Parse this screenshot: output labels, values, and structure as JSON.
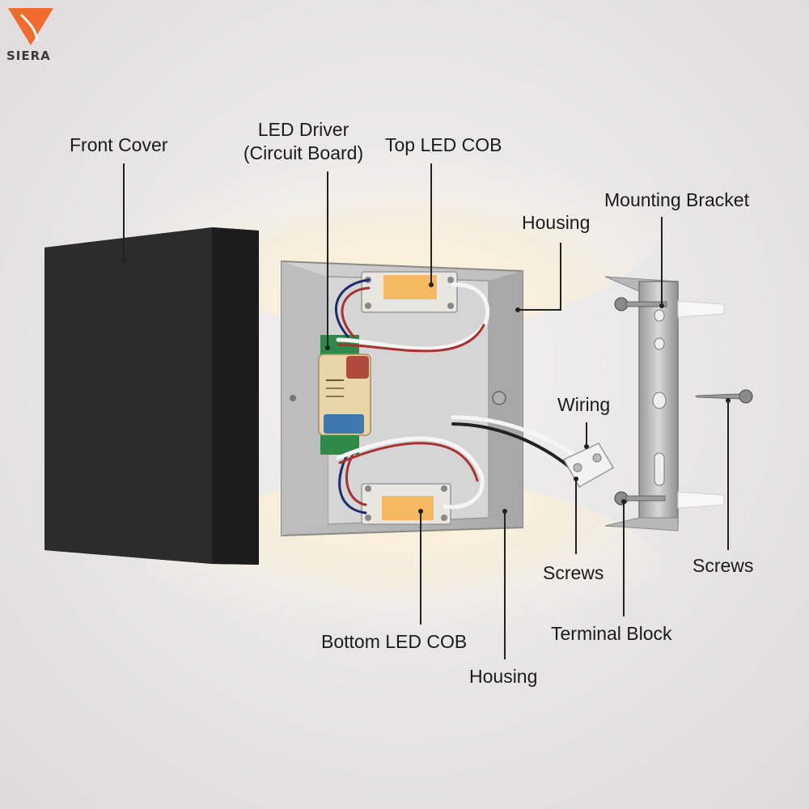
{
  "brand": {
    "name": "SIERA",
    "accent": "#f26a2e"
  },
  "labels": {
    "front_cover": "Front Cover",
    "led_driver_line1": "LED Driver",
    "led_driver_line2": "(Circuit Board)",
    "top_led_cob": "Top LED COB",
    "housing_top": "Housing",
    "mounting_bracket": "Mounting Bracket",
    "wiring": "Wiring",
    "screws_right": "Screws",
    "screws_center": "Screws",
    "terminal_block": "Terminal Block",
    "bottom_led_cob": "Bottom LED COB",
    "housing_bottom": "Housing"
  },
  "colors": {
    "wall": "#e6e4e4",
    "cover": "#2b2b2b",
    "housing": "#c9c9c9",
    "cob_light": "#f6b860",
    "warm_glow": "#fff1cf",
    "leader_line": "#222222"
  }
}
